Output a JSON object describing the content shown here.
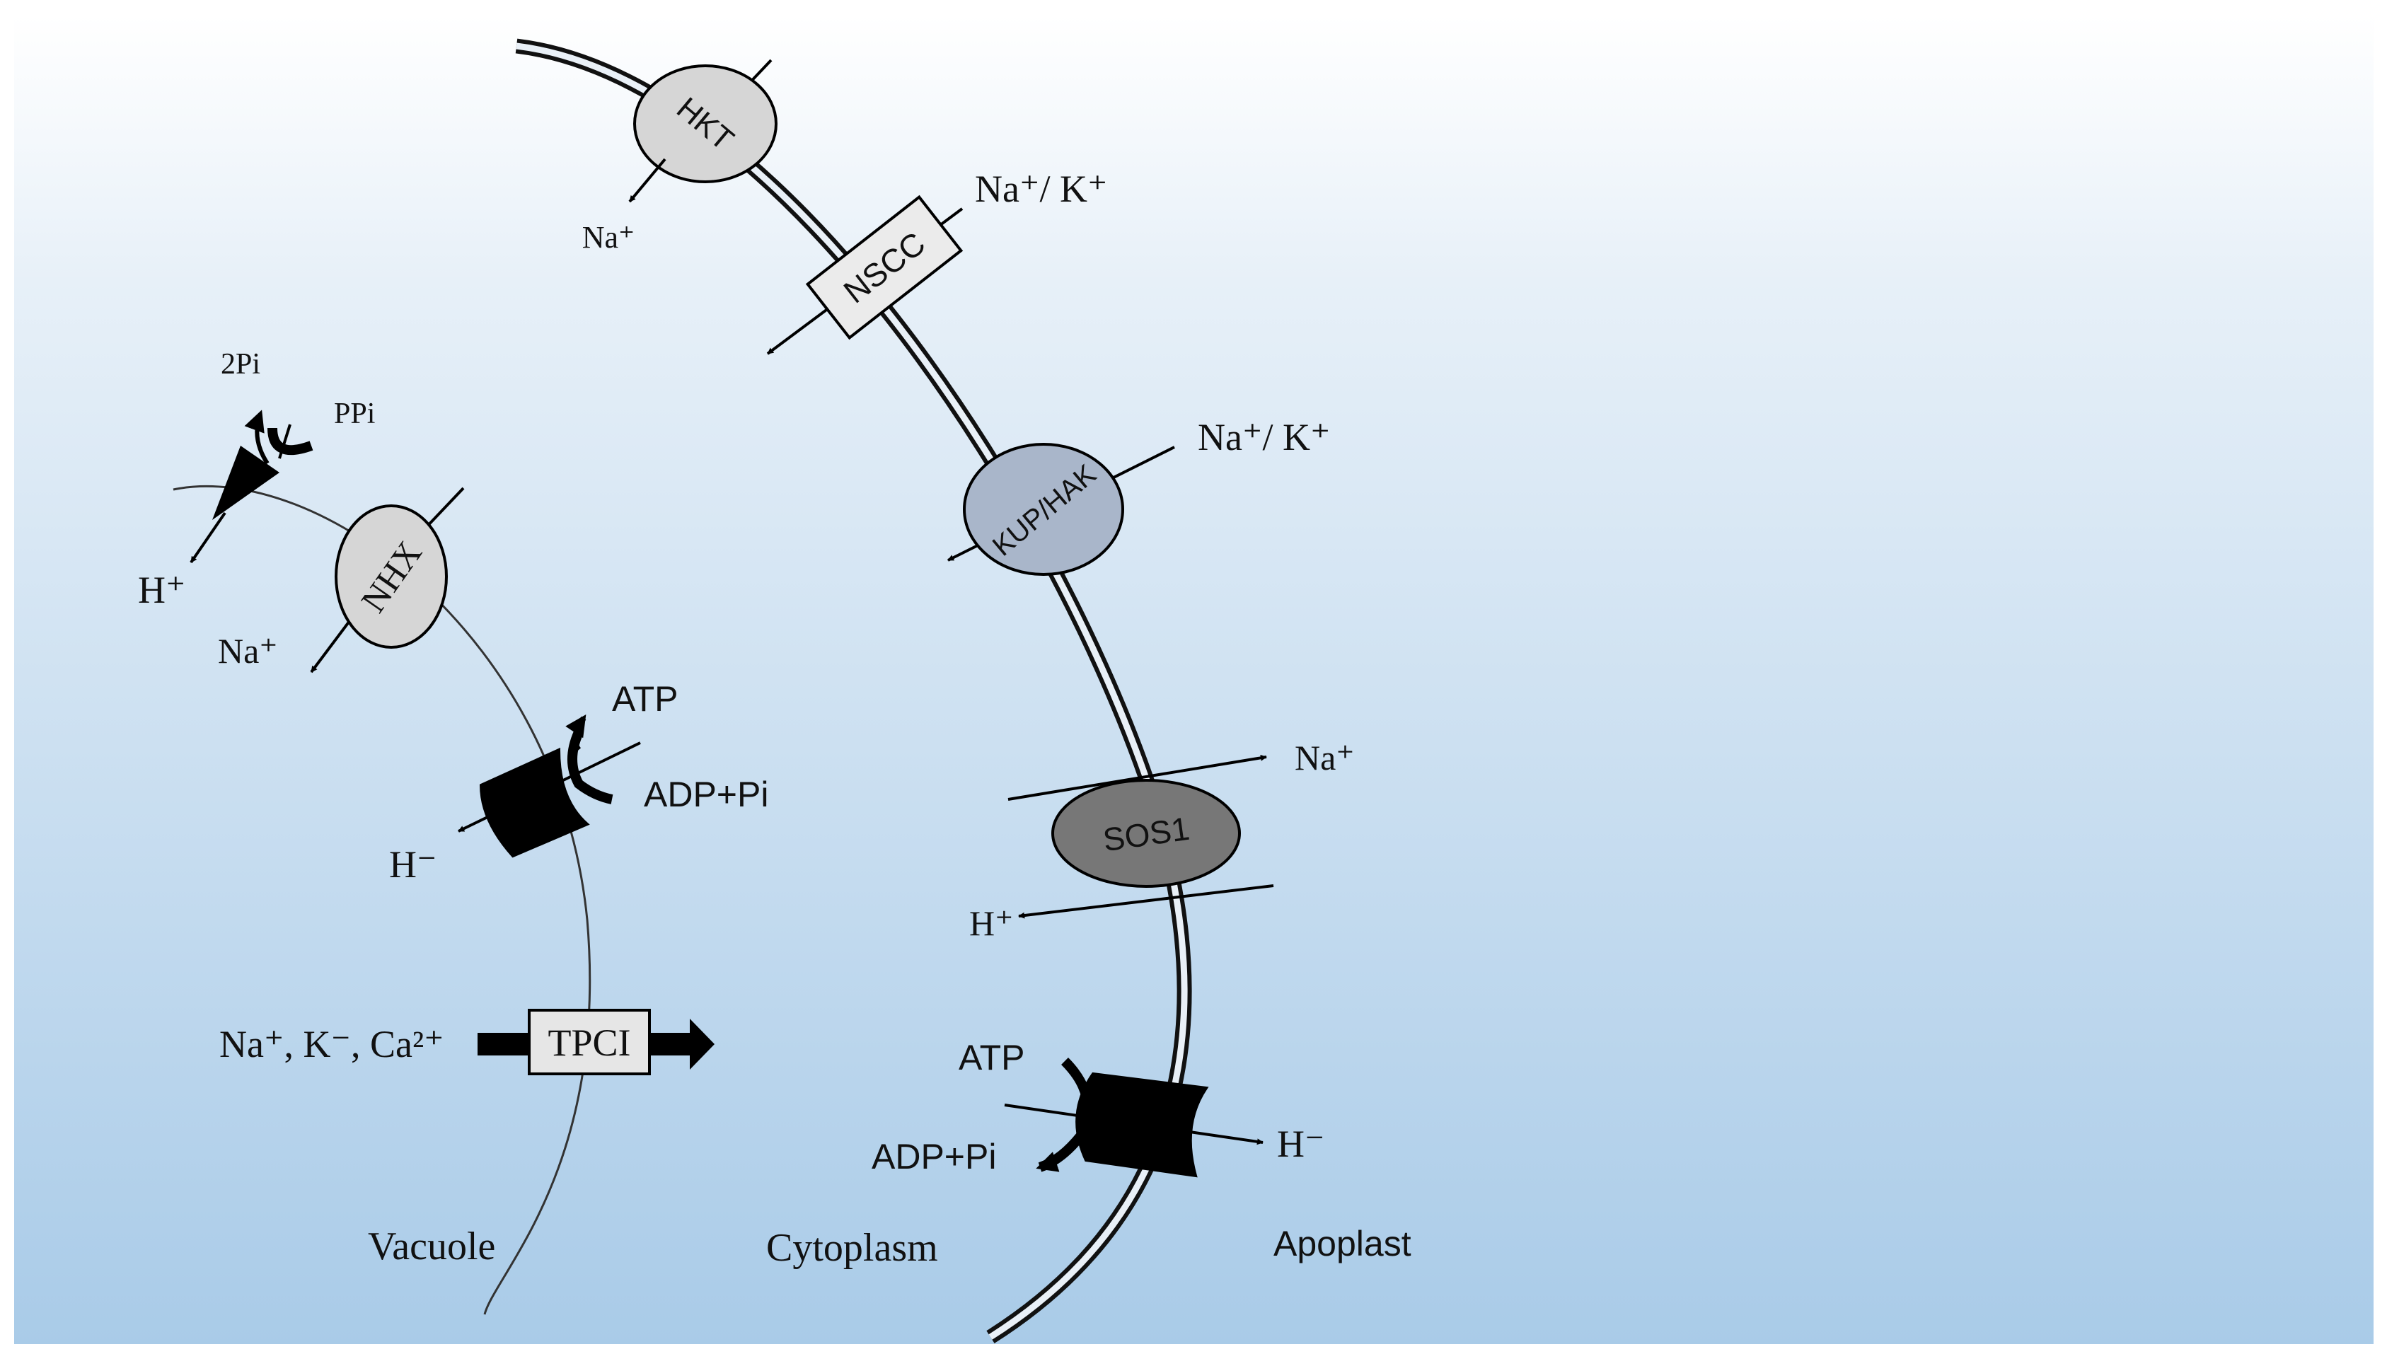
{
  "colors": {
    "background_top": "#ffffff",
    "background_bottom": "#a9cbe8",
    "hkt_fill": "#d6d6d6",
    "nhx_fill": "#d6d6d6",
    "kup_fill": "#a9b6ca",
    "sos1_fill": "#777777",
    "nscc_fill": "#ebebeb",
    "tpc1_fill": "#e6e6e6",
    "pump_fill": "#000000"
  },
  "transporters": {
    "hkt": "HKT",
    "nscc": "NSCC",
    "kup_hak": "KUP/HAK",
    "sos1": "SOS1",
    "nhx": "NHX",
    "tpc1": "TPCI"
  },
  "ions": {
    "hkt_na": "Na⁺",
    "nscc_na_k": "Na⁺/ K⁺",
    "kup_na_k": "Na⁺/ K⁺",
    "sos1_na": "Na⁺",
    "sos1_h": "H⁺",
    "atpase_h": "H⁻",
    "vpp_2pi": "2Pi",
    "vpp_ppi": "PPi",
    "vpp_h": "H⁺",
    "nhx_na": "Na⁺",
    "vatpase_h": "H⁻",
    "tpc1_ions": "Na⁺, K⁻, Ca²⁺"
  },
  "energy": {
    "pm_atp": "ATP",
    "pm_adp": "ADP+Pi",
    "vac_atp": "ATP",
    "vac_adp": "ADP+Pi"
  },
  "compartments": {
    "vacuole": "Vacuole",
    "cytoplasm": "Cytoplasm",
    "apoplast": "Apoplast"
  }
}
